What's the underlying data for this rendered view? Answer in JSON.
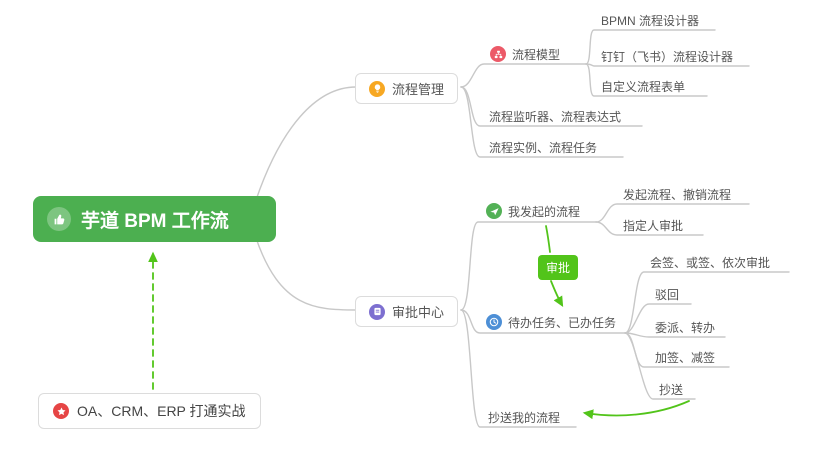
{
  "nodes": {
    "root": "芋道 BPM 工作流",
    "process_mgmt": "流程管理",
    "process_model": "流程模型",
    "bpmn_designer": "BPMN 流程设计器",
    "dingtalk_designer": "钉钉（飞书）流程设计器",
    "custom_form": "自定义流程表单",
    "listener_expression": "流程监听器、流程表达式",
    "instance_task": "流程实例、流程任务",
    "approval_center": "审批中心",
    "my_initiated": "我发起的流程",
    "initiate_cancel": "发起流程、撤销流程",
    "assignee_approval": "指定人审批",
    "approval_relation": "审批",
    "todo_done": "待办任务、已办任务",
    "countersign": "会签、或签、依次审批",
    "reject": "驳回",
    "delegate_transfer": "委派、转办",
    "add_remove_sign": "加签、减签",
    "cc": "抄送",
    "cc_my_process": "抄送我的流程",
    "oa_integration": "OA、CRM、ERP 打通实战"
  },
  "icons": {
    "root": "thumbs-up-icon",
    "process_mgmt": "lightbulb-icon",
    "approval_center": "clipboard-icon",
    "process_model": "flowchart-icon",
    "my_initiated": "send-icon",
    "todo_done": "clock-icon",
    "oa_integration": "star-icon"
  },
  "colors": {
    "root_bg": "#4caf50",
    "arrow_green": "#52c41a",
    "relation_bg": "#52c41a",
    "icon_orange": "#f7a823",
    "icon_purple": "#7d6fd0",
    "icon_red": "#ec5a68",
    "icon_green": "#53b156",
    "icon_blue": "#4d8fd6",
    "icon_star_red": "#e64545",
    "line_gray": "#c8c8c8"
  }
}
